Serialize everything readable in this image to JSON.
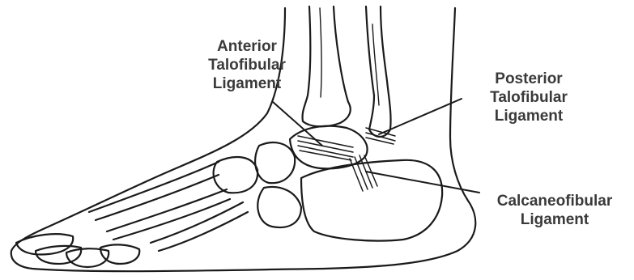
{
  "labels": {
    "anterior": [
      "Anterior",
      "Talofibular",
      "Ligament"
    ],
    "posterior": [
      "Posterior",
      "Talofibular",
      "Ligament"
    ],
    "calcaneofibular": [
      "Calcaneofibular",
      "Ligament"
    ]
  },
  "colors": {
    "line": "#1a1a1a",
    "text": "#3a3a3a",
    "background": "#ffffff"
  }
}
